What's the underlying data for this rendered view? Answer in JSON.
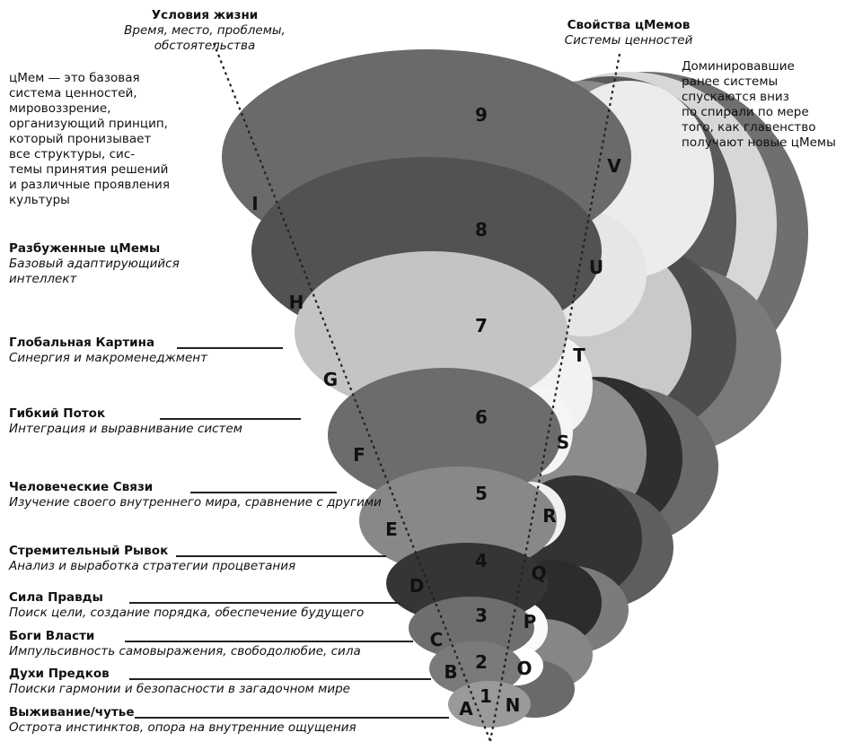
{
  "header_left": {
    "title": "Условия жизни",
    "subtitle": "Время, место, проблемы,\nобстоятельства"
  },
  "header_right": {
    "title": "Свойства цМемов",
    "subtitle": "Системы ценностей"
  },
  "intro_text": "цМем — это базовая\nсистема ценностей,\nмировоззрение,\nорганизующий принцип,\nкоторый пронизывает\nвсе структуры, сис-\nтемы принятия решений\nи различные проявления\nкультуры",
  "right_note": "Доминировавшие\nранее системы\nспускаются вниз\nпо спирали по мере\nтого, как главенство\nполучают новые цМемы",
  "awakened": {
    "title": "Разбуженные цМемы",
    "subtitle": "Базовый адаптирующийся\nинтеллект"
  },
  "levels": [
    {
      "name": "Выживание/чутье",
      "desc": "Острота инстинктов, опора на внутренние ощущения",
      "number": "1",
      "left": "A",
      "right": "N"
    },
    {
      "name": "Духи Предков",
      "desc": "Поиски гармонии и безопасности в загадочном мире",
      "number": "2",
      "left": "B",
      "right": "O"
    },
    {
      "name": "Боги Власти",
      "desc": "Импульсивность самовыражения, свободолюбие, сила",
      "number": "3",
      "left": "C",
      "right": "P"
    },
    {
      "name": "Сила Правды",
      "desc": "Поиск цели, создание порядка, обеспечение будущего",
      "number": "4",
      "left": "D",
      "right": "Q"
    },
    {
      "name": "Стремительный Рывок",
      "desc": "Анализ и выработка стратегии процветания",
      "number": "5",
      "left": "E",
      "right": "R"
    },
    {
      "name": "Человеческие Связи",
      "desc": "Изучение своего внутреннего мира,\nсравнение с другими",
      "number": "6",
      "left": "F",
      "right": "S"
    },
    {
      "name": "Гибкий Поток",
      "desc": "Интеграция и выравнивание систем",
      "number": "7",
      "left": "G",
      "right": "T"
    },
    {
      "name": "Глобальная Картина",
      "desc": "Синергия и макроменеджмент",
      "number": "8",
      "left": "H",
      "right": "U"
    },
    {
      "name": "",
      "desc": "",
      "number": "9",
      "left": "I",
      "right": "V"
    }
  ],
  "colors": {
    "band_dark": "#4a4a4a",
    "band_mid": "#6e6e6e",
    "band_light": "#bdbdbd",
    "band_pale": "#e2e2e2",
    "line": "#222222"
  }
}
